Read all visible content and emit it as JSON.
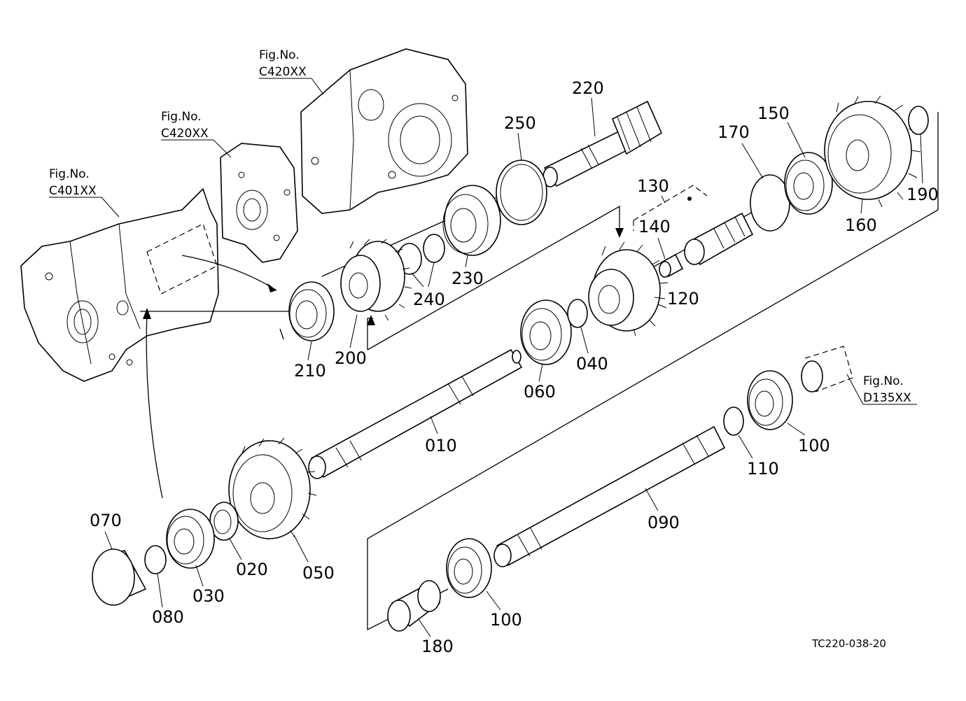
{
  "figure_refs": [
    {
      "label": "Fig.No.",
      "code": "C420XX"
    },
    {
      "label": "Fig.No.",
      "code": "C420XX"
    },
    {
      "label": "Fig.No.",
      "code": "C401XX"
    },
    {
      "label": "Fig.No.",
      "code": "D135XX"
    }
  ],
  "parts": [
    "010",
    "020",
    "030",
    "040",
    "050",
    "060",
    "070",
    "080",
    "090",
    "100",
    "100",
    "110",
    "120",
    "130",
    "140",
    "150",
    "160",
    "170",
    "180",
    "190",
    "200",
    "210",
    "220",
    "230",
    "240",
    "250"
  ],
  "drawing_code": "TC220-038-20"
}
